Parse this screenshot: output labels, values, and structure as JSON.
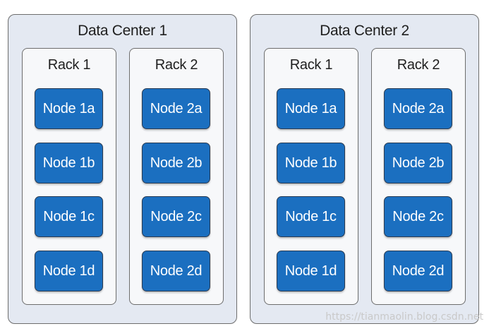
{
  "data_centers": [
    {
      "title": "Data Center 1",
      "racks": [
        {
          "title": "Rack 1",
          "nodes": [
            "Node 1a",
            "Node 1b",
            "Node 1c",
            "Node 1d"
          ]
        },
        {
          "title": "Rack 2",
          "nodes": [
            "Node 2a",
            "Node 2b",
            "Node 2c",
            "Node 2d"
          ]
        }
      ]
    },
    {
      "title": "Data Center 2",
      "racks": [
        {
          "title": "Rack 1",
          "nodes": [
            "Node 1a",
            "Node 1b",
            "Node 1c",
            "Node 1d"
          ]
        },
        {
          "title": "Rack 2",
          "nodes": [
            "Node 2a",
            "Node 2b",
            "Node 2c",
            "Node 2d"
          ]
        }
      ]
    }
  ],
  "watermark": "https://tianmaolin.blog.csdn.net",
  "colors": {
    "node_fill": "#1b6fc0",
    "data_center_fill": "#e4e9f2",
    "rack_fill": "#f7f8fa"
  }
}
